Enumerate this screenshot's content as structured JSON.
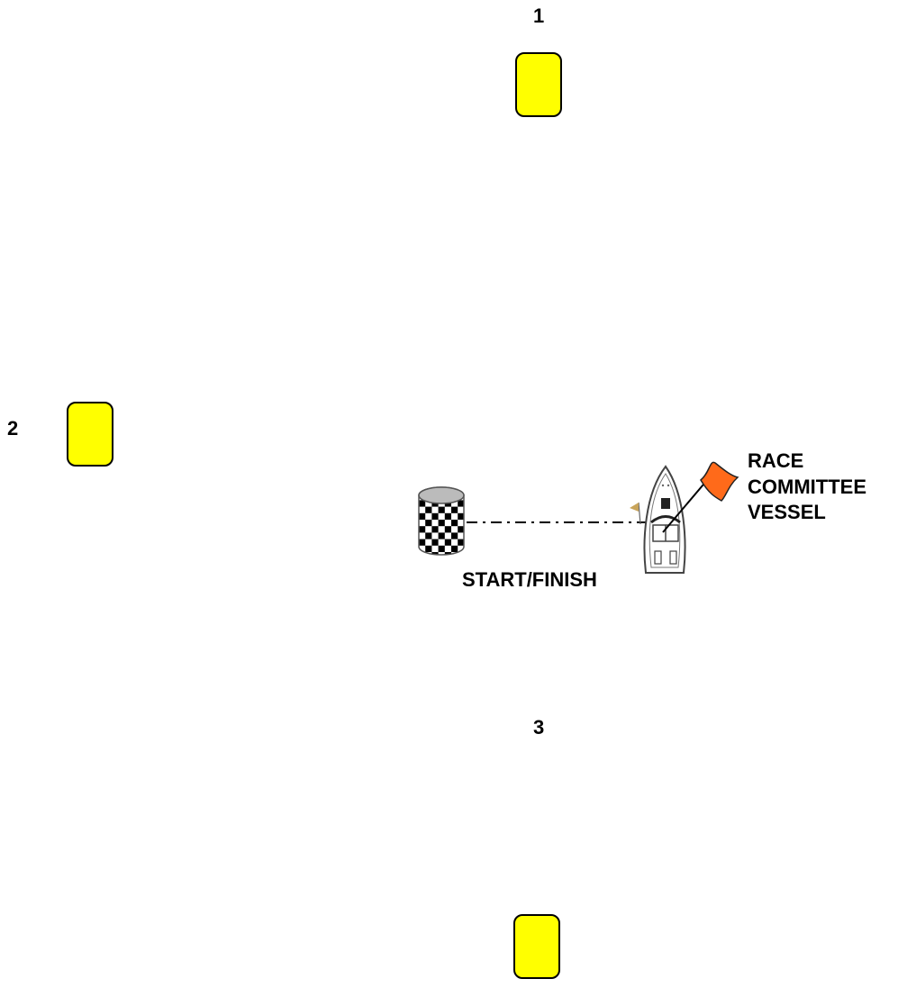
{
  "marks": [
    {
      "label": "1",
      "color": "#ffff00"
    },
    {
      "label": "2",
      "color": "#ffff00"
    },
    {
      "label": "3",
      "color": "#ffff00"
    }
  ],
  "start_finish": {
    "label": "START/FINISH",
    "pin_icon": "checkered-buoy-icon",
    "line_style": "dash-dot"
  },
  "committee_vessel": {
    "label_lines": [
      "RACE",
      "COMMITTEE",
      "VESSEL"
    ],
    "boat_icon": "motor-boat-icon",
    "flag_icon": "orange-flag-icon",
    "flag_color": "#ff6a1a"
  }
}
